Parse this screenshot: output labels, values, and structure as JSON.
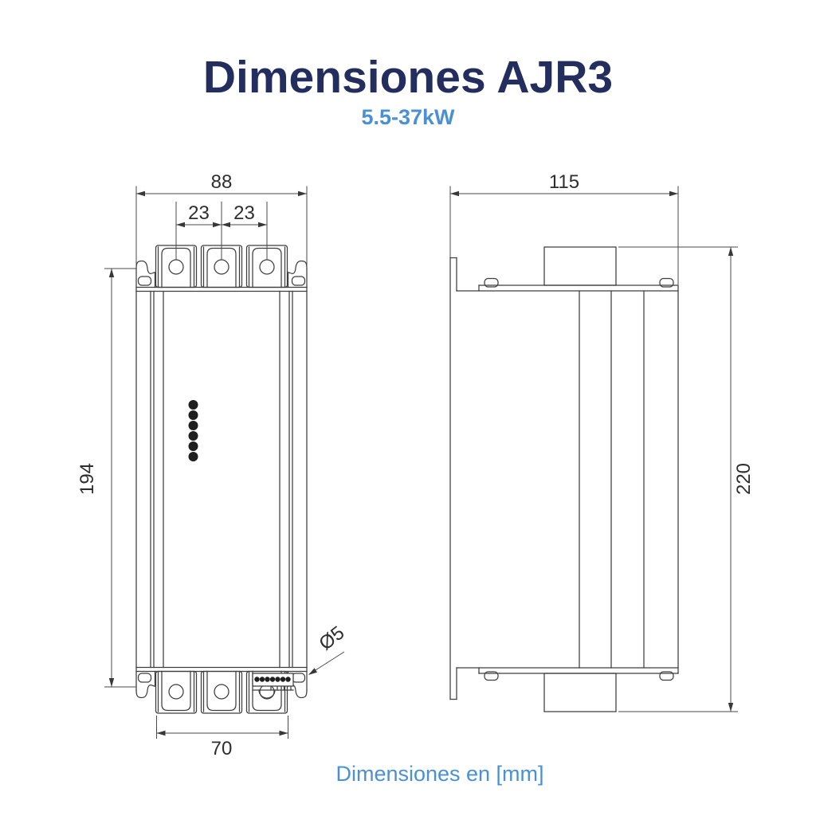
{
  "header": {
    "title": "Dimensiones AJR3",
    "subtitle": "5.5-37kW"
  },
  "footer": {
    "units_note": "Dimensiones en [mm]"
  },
  "colors": {
    "title": "#232e5e",
    "accent": "#4a90d2",
    "line": "#3e3e3e"
  },
  "front_view": {
    "view": "front",
    "dimensions": {
      "overall_width_mm": "88",
      "terminal_pitch_left_mm": "23",
      "terminal_pitch_right_mm": "23",
      "body_height_mm": "194",
      "terminal_span_mm": "70",
      "mounting_hole": "Ø5"
    },
    "led_count": 6,
    "terminals_top": 3,
    "terminals_bottom": 3
  },
  "side_view": {
    "view": "side",
    "dimensions": {
      "depth_mm": "115",
      "overall_height_mm": "220"
    }
  }
}
